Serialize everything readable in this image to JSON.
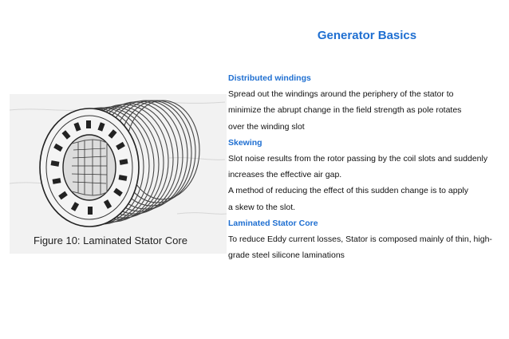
{
  "title": "Generator Basics",
  "figure": {
    "caption": "Figure 10:  Laminated Stator Core",
    "icon": "laminated-stator-core-illustration"
  },
  "colors": {
    "heading": "#1f6fd1",
    "body": "#111111"
  },
  "content": [
    {
      "type": "heading",
      "text": "Distributed windings"
    },
    {
      "type": "body",
      "text": "Spread out the windings around the periphery of the stator to"
    },
    {
      "type": "body",
      "text": "minimize the abrupt change in the field strength as pole rotates"
    },
    {
      "type": "body",
      "text": "over the winding slot"
    },
    {
      "type": "heading",
      "text": "Skewing"
    },
    {
      "type": "body",
      "text": "Slot noise results from the rotor passing by the coil slots and suddenly"
    },
    {
      "type": "body",
      "text": "increases the effective air gap."
    },
    {
      "type": "body",
      "text": "A method of reducing the effect of this sudden change is to apply"
    },
    {
      "type": "body",
      "text": "a skew to the slot."
    },
    {
      "type": "heading",
      "text": "Laminated Stator Core"
    },
    {
      "type": "body",
      "text": "To reduce Eddy current losses, Stator is composed mainly of thin, high-"
    },
    {
      "type": "body",
      "text": "grade steel silicone laminations"
    }
  ]
}
